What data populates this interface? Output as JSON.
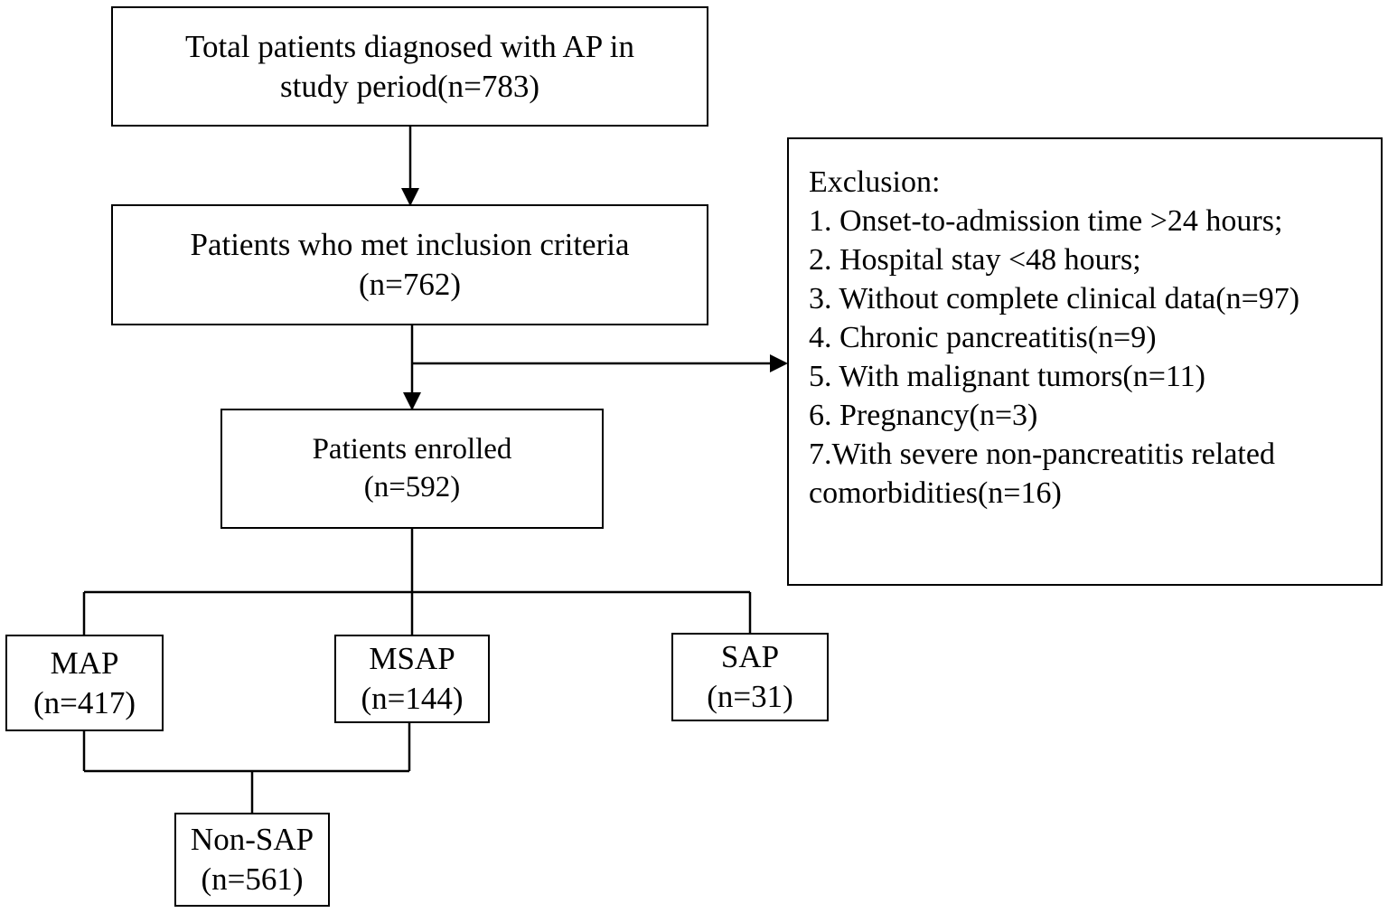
{
  "flowchart": {
    "total": {
      "line1": "Total patients diagnosed with AP in",
      "line2": "study period(n=783)"
    },
    "inclusion": {
      "line1": "Patients who met inclusion criteria",
      "line2": "(n=762)"
    },
    "enrolled": {
      "line1": "Patients enrolled",
      "line2": "(n=592)"
    },
    "map": {
      "label": "MAP",
      "count": "(n=417)"
    },
    "msap": {
      "label": "MSAP",
      "count": "(n=144)"
    },
    "sap": {
      "label": "SAP",
      "count": "(n=31)"
    },
    "non_sap": {
      "label": "Non-SAP",
      "count": "(n=561)"
    },
    "exclusion": {
      "title": "Exclusion:",
      "items": [
        "1. Onset-to-admission time >24 hours;",
        "2. Hospital stay <48 hours;",
        "3. Without complete clinical data(n=97)",
        "4. Chronic pancreatitis(n=9)",
        "5. With malignant tumors(n=11)",
        "6. Pregnancy(n=3)",
        "7.With severe non-pancreatitis related",
        "comorbidities(n=16)"
      ]
    }
  }
}
